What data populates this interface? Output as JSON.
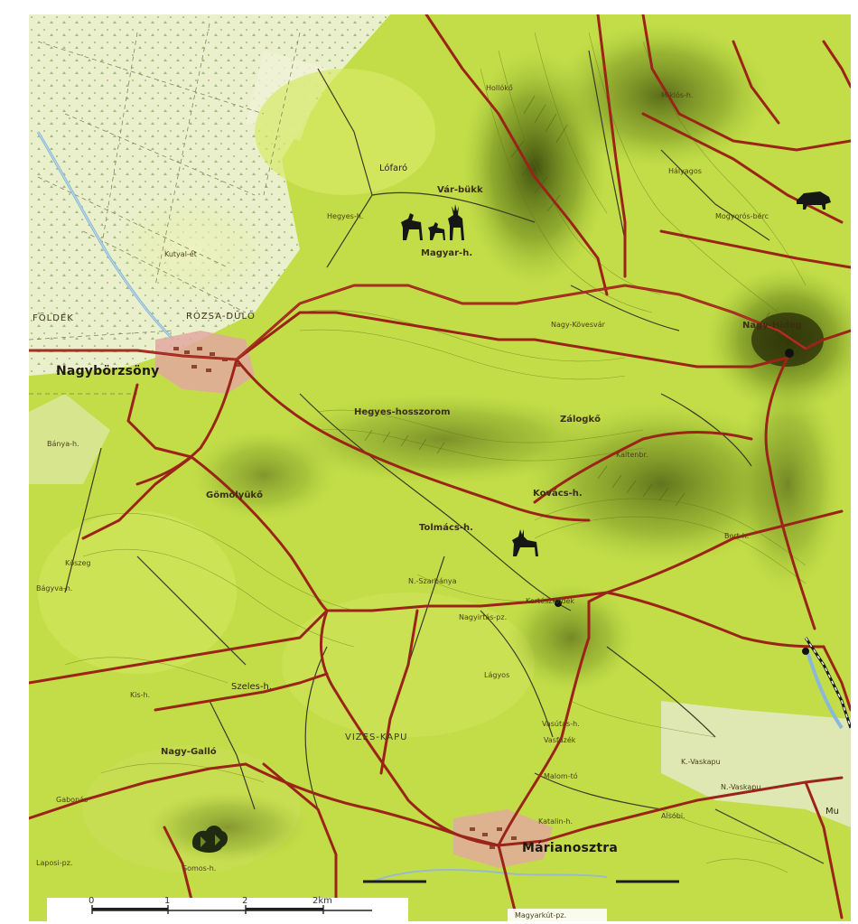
{
  "map": {
    "towns": [
      {
        "id": "nagyborzsony",
        "label": "Nagybörzsöny"
      },
      {
        "id": "marianosztra",
        "label": "Márianosztra"
      }
    ],
    "peaks": [
      {
        "id": "var-bukk",
        "label": "Vár-bükk"
      },
      {
        "id": "hegyes-hosszorom",
        "label": "Hegyes-hosszorom"
      },
      {
        "id": "zalogkoe",
        "label": "Zálogkő"
      },
      {
        "id": "tolmacs",
        "label": "Tolmács-h."
      },
      {
        "id": "nagy-gallo",
        "label": "Nagy-Galló"
      },
      {
        "id": "nagy-hideg",
        "label": "Nagy-Hideg"
      },
      {
        "id": "kovacs",
        "label": "Kovács-h."
      },
      {
        "id": "magyar-hegy",
        "label": "Magyar-h."
      },
      {
        "id": "gomolyuko",
        "label": "Gömölyükő"
      }
    ],
    "areas": [
      {
        "id": "rozsa-dulo",
        "label": "RÓZSA-DŰLŐ"
      },
      {
        "id": "foldek",
        "label": "FÖLDEK"
      },
      {
        "id": "vizes-kapu",
        "label": "VIZES-KAPU"
      }
    ],
    "places": [
      {
        "id": "lofaro",
        "label": "Lófaró"
      },
      {
        "id": "hegyes-h",
        "label": "Hegyes-h."
      },
      {
        "id": "kutyal",
        "label": "Kutyal-ét"
      },
      {
        "id": "banya-h",
        "label": "Bánya-h."
      },
      {
        "id": "koszeg",
        "label": "Kőszeg"
      },
      {
        "id": "bagyva",
        "label": "Bágyva-h."
      },
      {
        "id": "szeles",
        "label": "Szeles-h."
      },
      {
        "id": "kis-hegy",
        "label": "Kis-h."
      },
      {
        "id": "gabonas",
        "label": "Gabonás"
      },
      {
        "id": "nagyirtas",
        "label": "Nagyirtás-pz."
      },
      {
        "id": "laposi",
        "label": "Laposi-pz."
      },
      {
        "id": "somos",
        "label": "Somos-h."
      },
      {
        "id": "vasfazek",
        "label": "Vasfazék"
      },
      {
        "id": "vasutas",
        "label": "Vasútas-h."
      },
      {
        "id": "malomto",
        "label": "Malom-tó"
      },
      {
        "id": "kovacspatak",
        "label": "K.-Vaskapu"
      },
      {
        "id": "n-vaskapu",
        "label": "N.-Vaskapu"
      },
      {
        "id": "magyarkut",
        "label": "Magyarkút-pz."
      },
      {
        "id": "mogyoros",
        "label": "Mogyorós-bérc"
      },
      {
        "id": "halyagos",
        "label": "Hályagos"
      },
      {
        "id": "holloko",
        "label": "Hollókő"
      },
      {
        "id": "nagy-koves",
        "label": "Nagy-Kövesvár"
      },
      {
        "id": "miklos",
        "label": "Miklós-h."
      },
      {
        "id": "kaltenbr",
        "label": "Kaltenbr."
      },
      {
        "id": "kerteszfold",
        "label": "Kertészföldek"
      },
      {
        "id": "n-szarbanya",
        "label": "N.-Szarbánya"
      },
      {
        "id": "lagyos",
        "label": "Lágyos"
      },
      {
        "id": "katalin",
        "label": "Katalin-h."
      },
      {
        "id": "bort",
        "label": "Bort-h."
      },
      {
        "id": "alsobi",
        "label": "Alsóbi."
      },
      {
        "id": "mu",
        "label": "Mu"
      }
    ],
    "scale": {
      "ticks": [
        "0",
        "1",
        "2",
        "2km"
      ]
    },
    "colors": {
      "lowland": "#ecf0c8",
      "forest": "#c7e04a",
      "forest_dark": "#86a425",
      "ridge": "#4f5f14",
      "road": "#9b2418",
      "track": "#4a3e22",
      "water": "#8ab8d6",
      "village": "#e5a6a0"
    }
  }
}
